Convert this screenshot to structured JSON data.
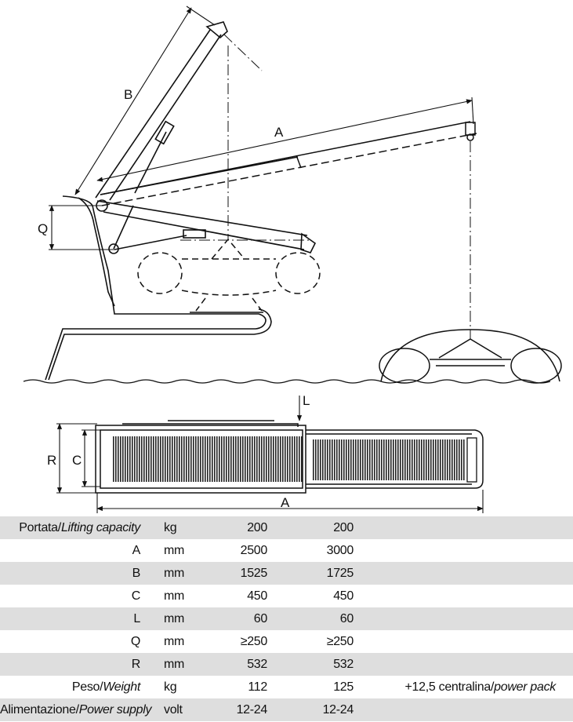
{
  "diagram": {
    "side_view_labels": {
      "a": "A",
      "b": "B",
      "q": "Q"
    },
    "top_view_labels": {
      "l": "L",
      "r": "R",
      "c": "C",
      "a": "A"
    }
  },
  "spec_table": {
    "rows": [
      {
        "label": "Portata",
        "label_en": "Lifting capacity",
        "unit": "kg",
        "v1": "200",
        "v2": "200",
        "note": "",
        "note_en": ""
      },
      {
        "label": "A",
        "label_en": "",
        "unit": "mm",
        "v1": "2500",
        "v2": "3000",
        "note": "",
        "note_en": ""
      },
      {
        "label": "B",
        "label_en": "",
        "unit": "mm",
        "v1": "1525",
        "v2": "1725",
        "note": "",
        "note_en": ""
      },
      {
        "label": "C",
        "label_en": "",
        "unit": "mm",
        "v1": "450",
        "v2": "450",
        "note": "",
        "note_en": ""
      },
      {
        "label": "L",
        "label_en": "",
        "unit": "mm",
        "v1": "60",
        "v2": "60",
        "note": "",
        "note_en": ""
      },
      {
        "label": "Q",
        "label_en": "",
        "unit": "mm",
        "v1": "≥250",
        "v2": "≥250",
        "note": "",
        "note_en": ""
      },
      {
        "label": "R",
        "label_en": "",
        "unit": "mm",
        "v1": "532",
        "v2": "532",
        "note": "",
        "note_en": ""
      },
      {
        "label": "Peso",
        "label_en": "Weight",
        "unit": "kg",
        "v1": "112",
        "v2": "125",
        "note": "+12,5 centralina",
        "note_en": "power pack"
      },
      {
        "label": "Alimentazione",
        "label_en": "Power supply",
        "unit": "volt",
        "v1": "12-24",
        "v2": "12-24",
        "note": "",
        "note_en": ""
      }
    ]
  }
}
